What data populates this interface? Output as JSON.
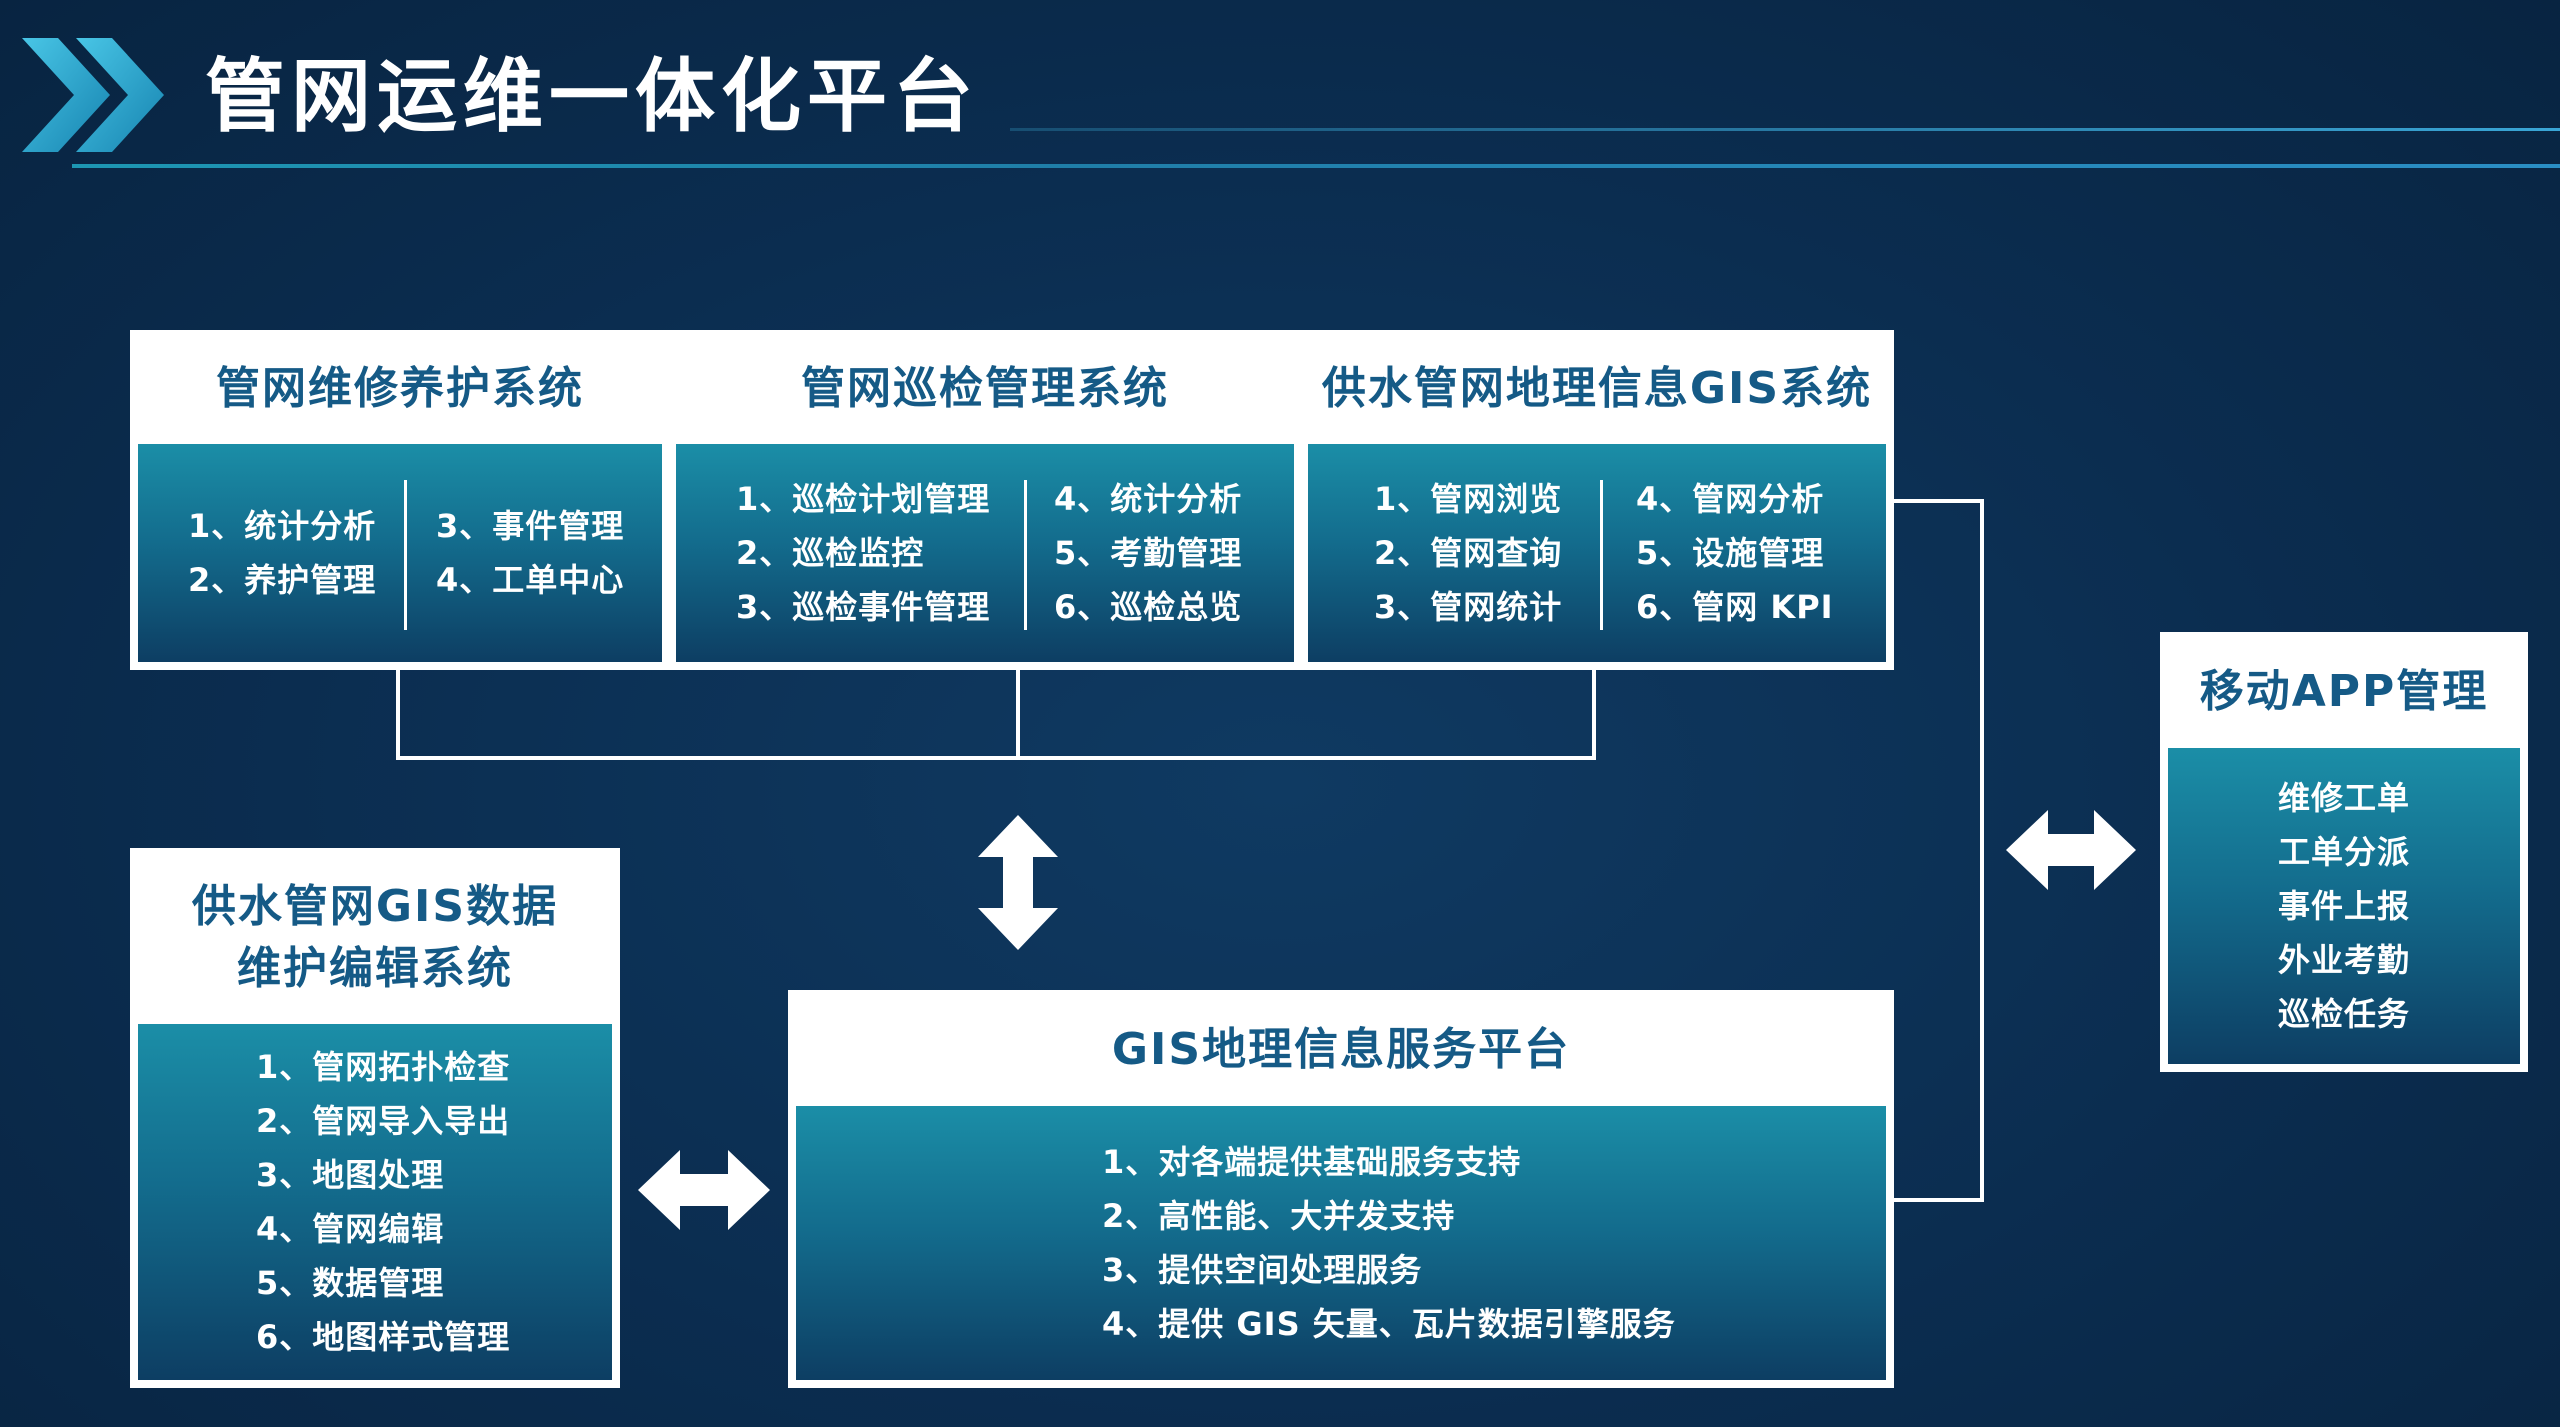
{
  "page": {
    "title": "管网运维一体化平台"
  },
  "colors": {
    "background": "#0b2c4e",
    "header_text": "#155a86",
    "body_gradient_top": "#1b8ea7",
    "body_gradient_bottom": "#0d3e63",
    "accent_chevron": "#1fa6c8"
  },
  "icons": {
    "title_decoration": "double-chevron-right-icon",
    "arrows": "double-headed-arrow-icon"
  },
  "maintenance": {
    "title": "管网维修养护系统",
    "items_left": [
      "1、统计分析",
      "2、养护管理"
    ],
    "items_right": [
      "3、事件管理",
      "4、工单中心"
    ]
  },
  "inspection": {
    "title": "管网巡检管理系统",
    "items_left": [
      "1、巡检计划管理",
      "2、巡检监控",
      "3、巡检事件管理"
    ],
    "items_right": [
      "4、统计分析",
      "5、考勤管理",
      "6、巡检总览"
    ]
  },
  "gis_system": {
    "title": "供水管网地理信息GIS系统",
    "items_left": [
      "1、管网浏览",
      "2、管网查询",
      "3、管网统计"
    ],
    "items_right": [
      "4、管网分析",
      "5、设施管理",
      "6、管网 KPI"
    ]
  },
  "gis_editing": {
    "title_line1": "供水管网GIS数据",
    "title_line2": "维护编辑系统",
    "items": [
      "1、管网拓扑检查",
      "2、管网导入导出",
      "3、地图处理",
      "4、管网编辑",
      "5、数据管理",
      "6、地图样式管理"
    ]
  },
  "gis_service": {
    "title": "GIS地理信息服务平台",
    "items": [
      "1、对各端提供基础服务支持",
      "2、高性能、大并发支持",
      "3、提供空间处理服务",
      "4、提供 GIS 矢量、瓦片数据引擎服务"
    ]
  },
  "mobile_app": {
    "title": "移动APP管理",
    "items": [
      "维修工单",
      "工单分派",
      "事件上报",
      "外业考勤",
      "巡检任务"
    ]
  }
}
